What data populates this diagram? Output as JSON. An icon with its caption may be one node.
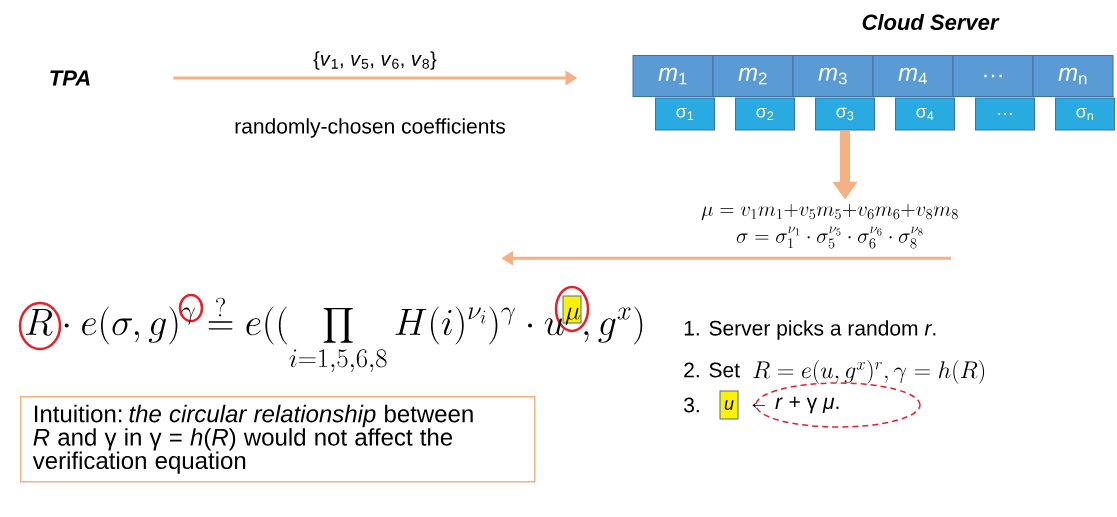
{
  "diagram": {
    "nodes": [
      {
        "text": [
          "TPA"
        ]
      },
      {
        "text": [
          "*m*$_{1}$"
        ]
      },
      {
        "text": [
          "*m*$_{2}$"
        ]
      },
      {
        "text": [
          "*m*$_{3}$"
        ]
      },
      {
        "text": [
          "*m*$_{4}$"
        ]
      },
      {
        "text": [
          "…"
        ]
      },
      {
        "text": [
          "*m*$_{n}$"
        ]
      },
      {
        "text": [
          "σ$_{1}$"
        ]
      },
      {
        "text": [
          "σ$_{2}$"
        ]
      },
      {
        "text": [
          "σ$_{3}$"
        ]
      },
      {
        "text": [
          "σ$_{4}$"
        ]
      },
      {
        "text": [
          "…"
        ]
      },
      {
        "text": [
          "σ$_{n}$"
        ]
      },
      {
        "text": [
          "\\mu = v_1m_1{+}v_5m_5{+}v_6m_6{+}v_8m_8",
          "\\sigma = \\sigma_1^{\\nu_1}\\cdot\\sigma_5^{\\nu_5}\\cdot\\sigma_6^{\\nu_6}\\cdot\\sigma_8^{\\nu_8}"
        ]
      },
      {
        "text": [
          "Intuition: *the circular relationship* between *R* and γ in γ = *h*(*R*) would not affect the verification equation"
        ]
      }
    ],
    "edges": [
      {
        "from": 0,
        "to": 1,
        "arrow": "to",
        "label": "{*v*$_{1}$, *v*$_{5}$, *v*$_{6}$, *v*$_{8}$}"
      },
      {
        "from": 9,
        "to": 13,
        "arrow": "to",
        "style": "thick"
      },
      {
        "from": 13,
        "to": null,
        "arrow": "to"
      }
    ],
    "labels": [
      "Cloud Server",
      "randomly-chosen coefficients",
      "R\\cdot e(\\sigma,g)^{\\gamma}\\stackrel{?}{=}e((\\prod_{i=1,5,6,8}H(i)^{\\nu_i})^{\\gamma}\\cdot u^{\\mu},g^x)",
      "1. Server picks a random *r*.",
      "2. Set",
      "R=e(u,g^x)^r,\\gamma=h(R)",
      "3.",
      "u",
      "← *r* + γ *μ*."
    ]
  }
}
